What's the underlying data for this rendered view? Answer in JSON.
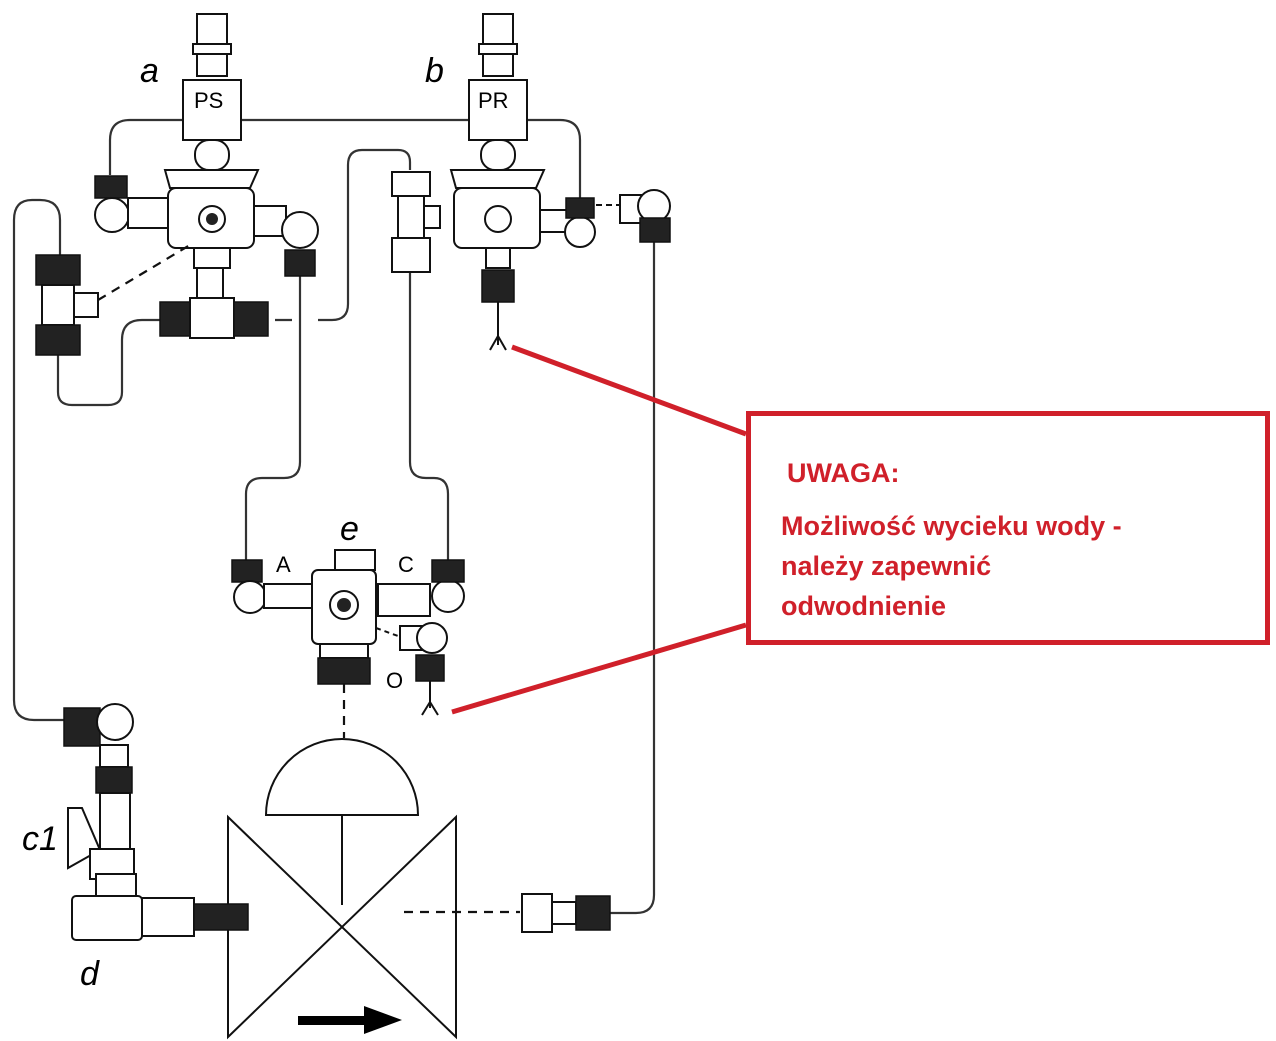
{
  "labels": {
    "a": "a",
    "b": "b",
    "ps": "PS",
    "pr": "PR",
    "e": "e",
    "port_a": "A",
    "port_c": "C",
    "port_o": "O",
    "c1": "c1",
    "d": "d"
  },
  "warning": {
    "title": "UWAGA:",
    "text": "Możliwość wycieku wody -\nnależy zapewnić\nodwodnienie"
  },
  "colors": {
    "warning": "#d0202a",
    "line": "#333333"
  }
}
